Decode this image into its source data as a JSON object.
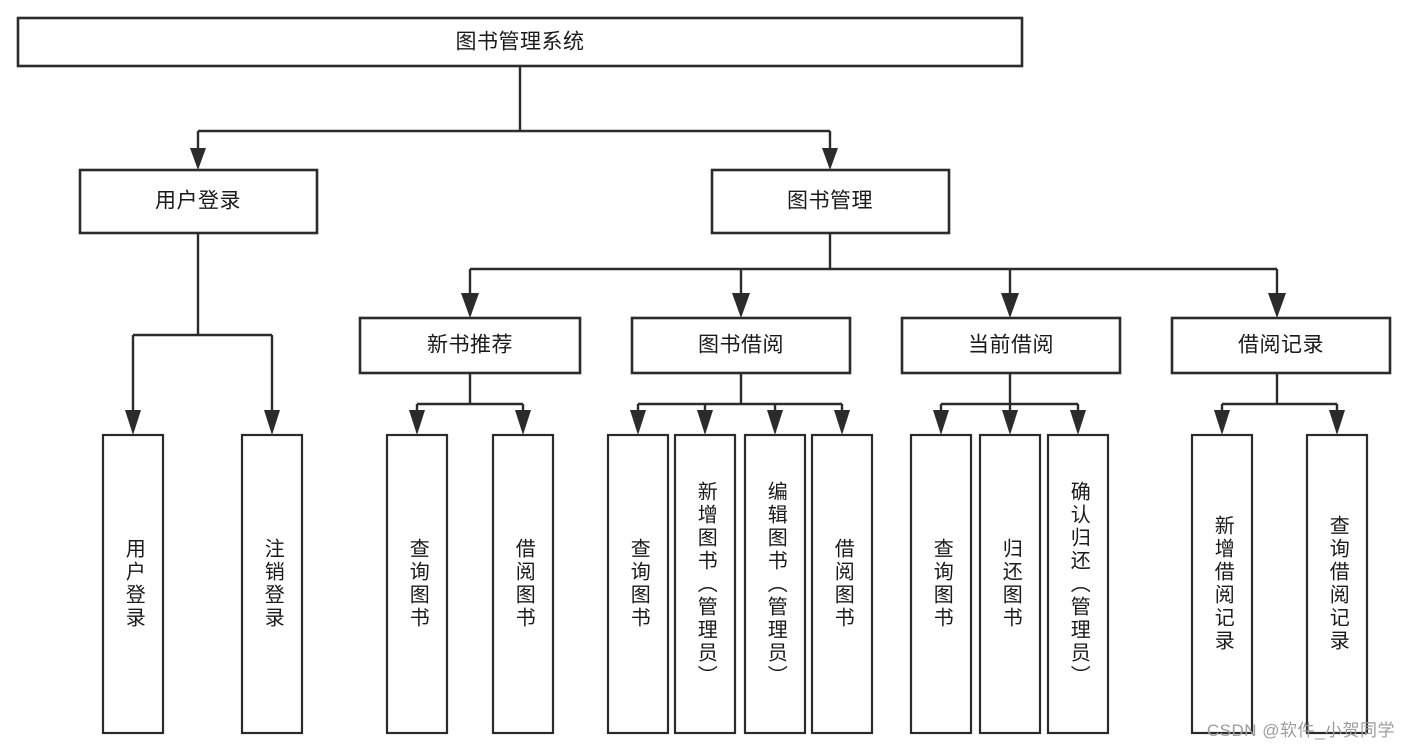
{
  "diagram": {
    "type": "tree",
    "title": "图书管理系统",
    "orientation": "top-down",
    "colors": {
      "stroke": "#2b2b2b",
      "fill": "#ffffff",
      "text": "#1a1a1a",
      "watermark": "#9d9d9d"
    },
    "root": {
      "label": "图书管理系统"
    },
    "level2": [
      {
        "label": "用户登录"
      },
      {
        "label": "图书管理"
      }
    ],
    "level3": [
      {
        "label": "新书推荐"
      },
      {
        "label": "图书借阅"
      },
      {
        "label": "当前借阅"
      },
      {
        "label": "借阅记录"
      }
    ],
    "leaves": {
      "user_login": [
        {
          "label": "用户登录"
        },
        {
          "label": "注销登录"
        }
      ],
      "new_book_recommend": [
        {
          "label": "查询图书"
        },
        {
          "label": "借阅图书"
        }
      ],
      "book_borrow": [
        {
          "label": "查询图书"
        },
        {
          "label": "新增图书（管理员）"
        },
        {
          "label": "编辑图书（管理员）"
        },
        {
          "label": "借阅图书"
        }
      ],
      "current_borrow": [
        {
          "label": "查询图书"
        },
        {
          "label": "归还图书"
        },
        {
          "label": "确认归还（管理员）"
        }
      ],
      "borrow_record": [
        {
          "label": "新增借阅记录"
        },
        {
          "label": "查询借阅记录"
        }
      ]
    }
  },
  "watermark": {
    "text": "CSDN @软件_小贺同学"
  }
}
